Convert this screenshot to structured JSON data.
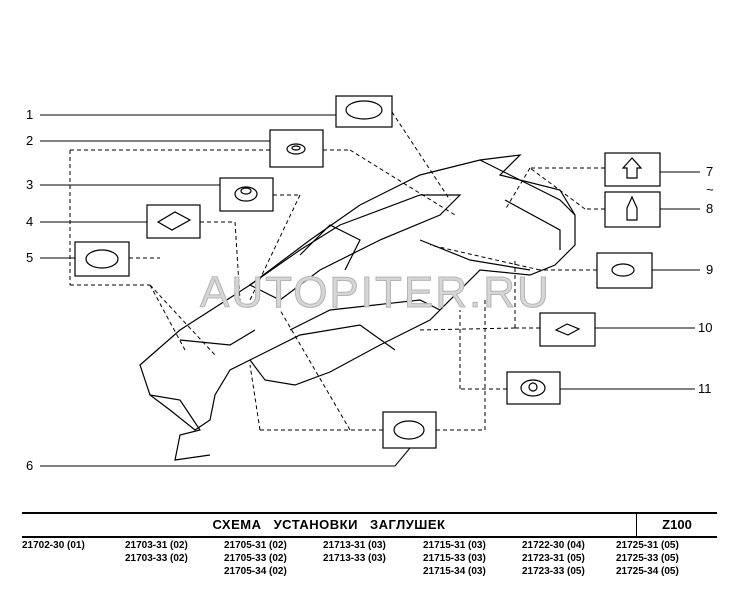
{
  "watermark": "AUTOPITER.RU",
  "callouts": {
    "c1": "1",
    "c2": "2",
    "c3": "3",
    "c4": "4",
    "c5": "5",
    "c6": "6",
    "c7": "7",
    "tilde": "~",
    "c8": "8",
    "c9": "9",
    "c10": "10",
    "c11": "11"
  },
  "header": {
    "title": "СХЕМА  УСТАНОВКИ  ЗАГЛУШЕК",
    "code": "Z100"
  },
  "part_columns": [
    [
      "21702-30 (01)"
    ],
    [
      "21703-31 (02)",
      "21703-33 (02)"
    ],
    [
      "21705-31 (02)",
      "21705-33 (02)",
      "21705-34 (02)"
    ],
    [
      "21713-31 (03)",
      "21713-33 (03)"
    ],
    [
      "21715-31 (03)",
      "21715-33 (03)",
      "21715-34 (03)"
    ],
    [
      "21722-30 (04)",
      "21723-31 (05)",
      "21723-33 (05)"
    ],
    [
      "21725-31 (05)",
      "21725-33 (05)",
      "21725-34 (05)"
    ]
  ]
}
